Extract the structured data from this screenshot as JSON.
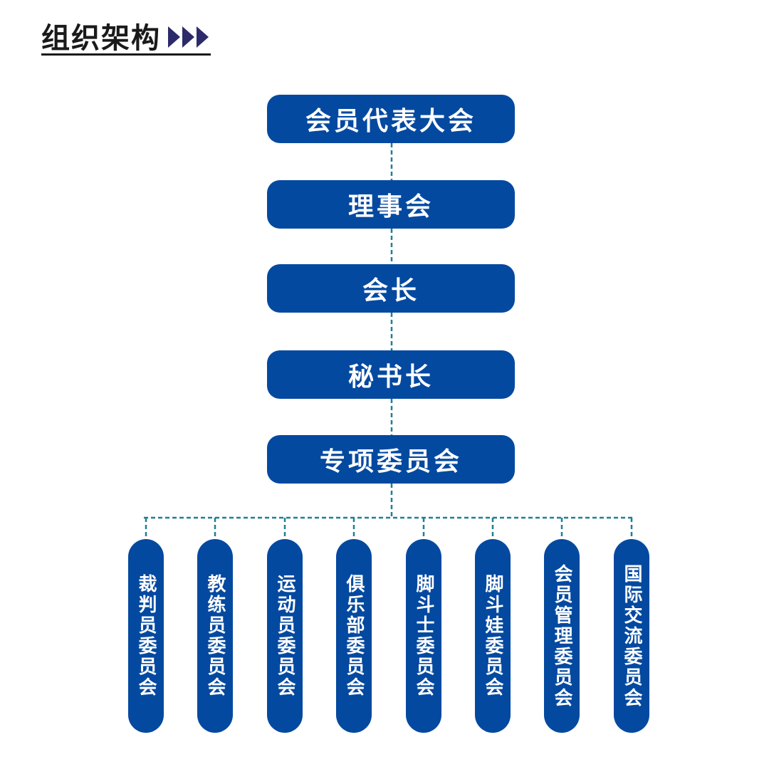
{
  "heading": {
    "title": "组织架构",
    "arrow_icon": "triple-chevron-right-icon",
    "accent_color": "#2c2a6b"
  },
  "node_color": "#0449a0",
  "connector_color": "#1f7f96",
  "hierarchy": [
    {
      "label": "会员代表大会"
    },
    {
      "label": "理事会"
    },
    {
      "label": "会长"
    },
    {
      "label": "秘书长"
    },
    {
      "label": "专项委员会"
    }
  ],
  "committees": [
    {
      "label": "裁判员委员会"
    },
    {
      "label": "教练员委员会"
    },
    {
      "label": "运动员委员会"
    },
    {
      "label": "俱乐部委员会"
    },
    {
      "label": "脚斗士委员会"
    },
    {
      "label": "脚斗娃委员会"
    },
    {
      "label": "会员管理委员会"
    },
    {
      "label": "国际交流委员会"
    }
  ]
}
